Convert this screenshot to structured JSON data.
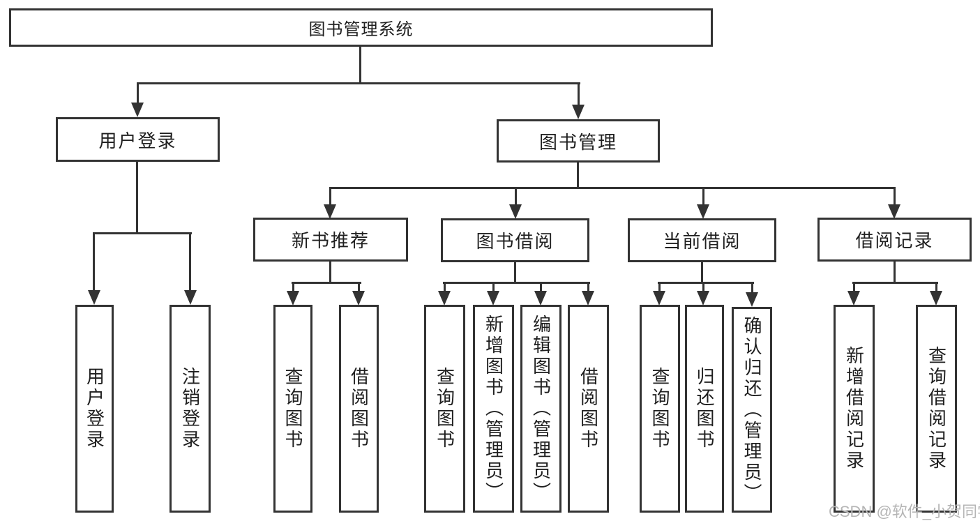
{
  "diagram_title": "图书管理系统",
  "nodes": {
    "root": "图书管理系统",
    "level2": [
      "用户登录",
      "图书管理"
    ],
    "level3": [
      "新书推荐",
      "图书借阅",
      "当前借阅",
      "借阅记录"
    ],
    "user_children": [
      "用户登录",
      "注销登录"
    ],
    "newbook_children": [
      "查询图书",
      "借阅图书"
    ],
    "borrow_children": [
      "查询图书",
      "新增图书（管理员）",
      "编辑图书（管理员）",
      "借阅图书"
    ],
    "current_children": [
      "查询图书",
      "归还图书",
      "确认归还（管理员）"
    ],
    "record_children": [
      "新增借阅记录",
      "查询借阅记录"
    ]
  },
  "watermark": {
    "text": "CSDN @软件_小贺同学"
  },
  "colors": {
    "line": "#333333",
    "text": "#1f1f1f",
    "watermark": "#b5b5b5",
    "background": "#ffffff"
  }
}
